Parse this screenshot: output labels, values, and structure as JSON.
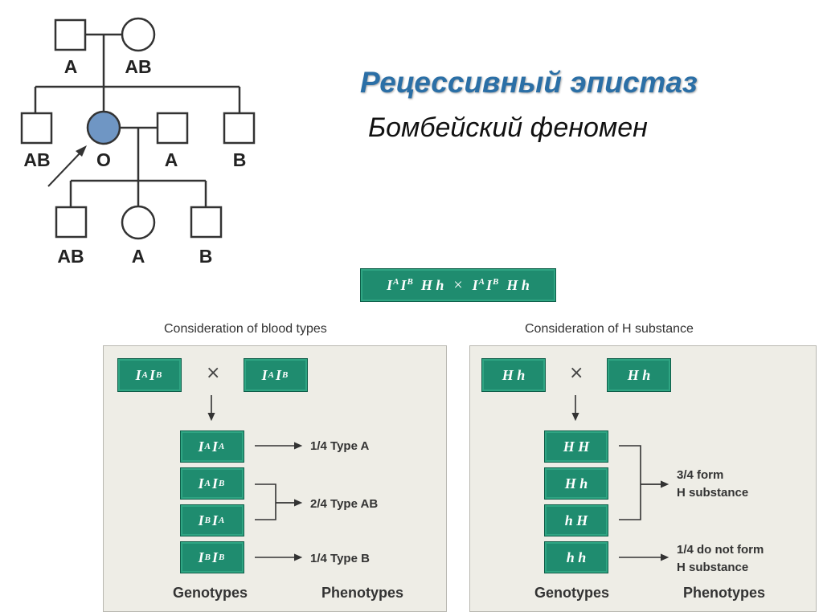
{
  "title": "Рецессивный эпистаз",
  "subtitle": "Бомбейский феномен",
  "pedigree": {
    "gen1": [
      "A",
      "AB"
    ],
    "gen2": [
      "AB",
      "O",
      "A",
      "B"
    ],
    "gen3": [
      "AB",
      "A",
      "B"
    ]
  },
  "cross": {
    "parent1": {
      "g1": "I",
      "s1": "A",
      "g2": "I",
      "s2": "B",
      "h": "H h"
    },
    "symbol": "×",
    "parent2": {
      "g1": "I",
      "s1": "A",
      "g2": "I",
      "s2": "B",
      "h": "H h"
    }
  },
  "blood_panel": {
    "title": "Consideration of blood types",
    "parent1": {
      "g1": "I",
      "s1": "A",
      "g2": "I",
      "s2": "B"
    },
    "symbol": "×",
    "parent2": {
      "g1": "I",
      "s1": "A",
      "g2": "I",
      "s2": "B"
    },
    "genotypes": [
      {
        "g1": "I",
        "s1": "A",
        "g2": "I",
        "s2": "A"
      },
      {
        "g1": "I",
        "s1": "A",
        "g2": "I",
        "s2": "B"
      },
      {
        "g1": "I",
        "s1": "B",
        "g2": "I",
        "s2": "A"
      },
      {
        "g1": "I",
        "s1": "B",
        "g2": "I",
        "s2": "B"
      }
    ],
    "phenotypes": [
      "1/4 Type A",
      "2/4 Type AB",
      "1/4 Type B"
    ],
    "footer_left": "Genotypes",
    "footer_right": "Phenotypes"
  },
  "h_panel": {
    "title": "Consideration of H substance",
    "parent1": "H h",
    "symbol": "×",
    "parent2": "H h",
    "genotypes": [
      "H H",
      "H h",
      "h H",
      "h h"
    ],
    "phenotype1_line1": "3/4 form",
    "phenotype1_line2": "H substance",
    "phenotype2_line1": "1/4 do not form",
    "phenotype2_line2": "H substance",
    "footer_left": "Genotypes",
    "footer_right": "Phenotypes"
  },
  "colors": {
    "teal": "#1f8c6f",
    "title_blue": "#2b6fa6",
    "proband_fill": "#6f96c4",
    "panel_bg": "#eeede6"
  }
}
